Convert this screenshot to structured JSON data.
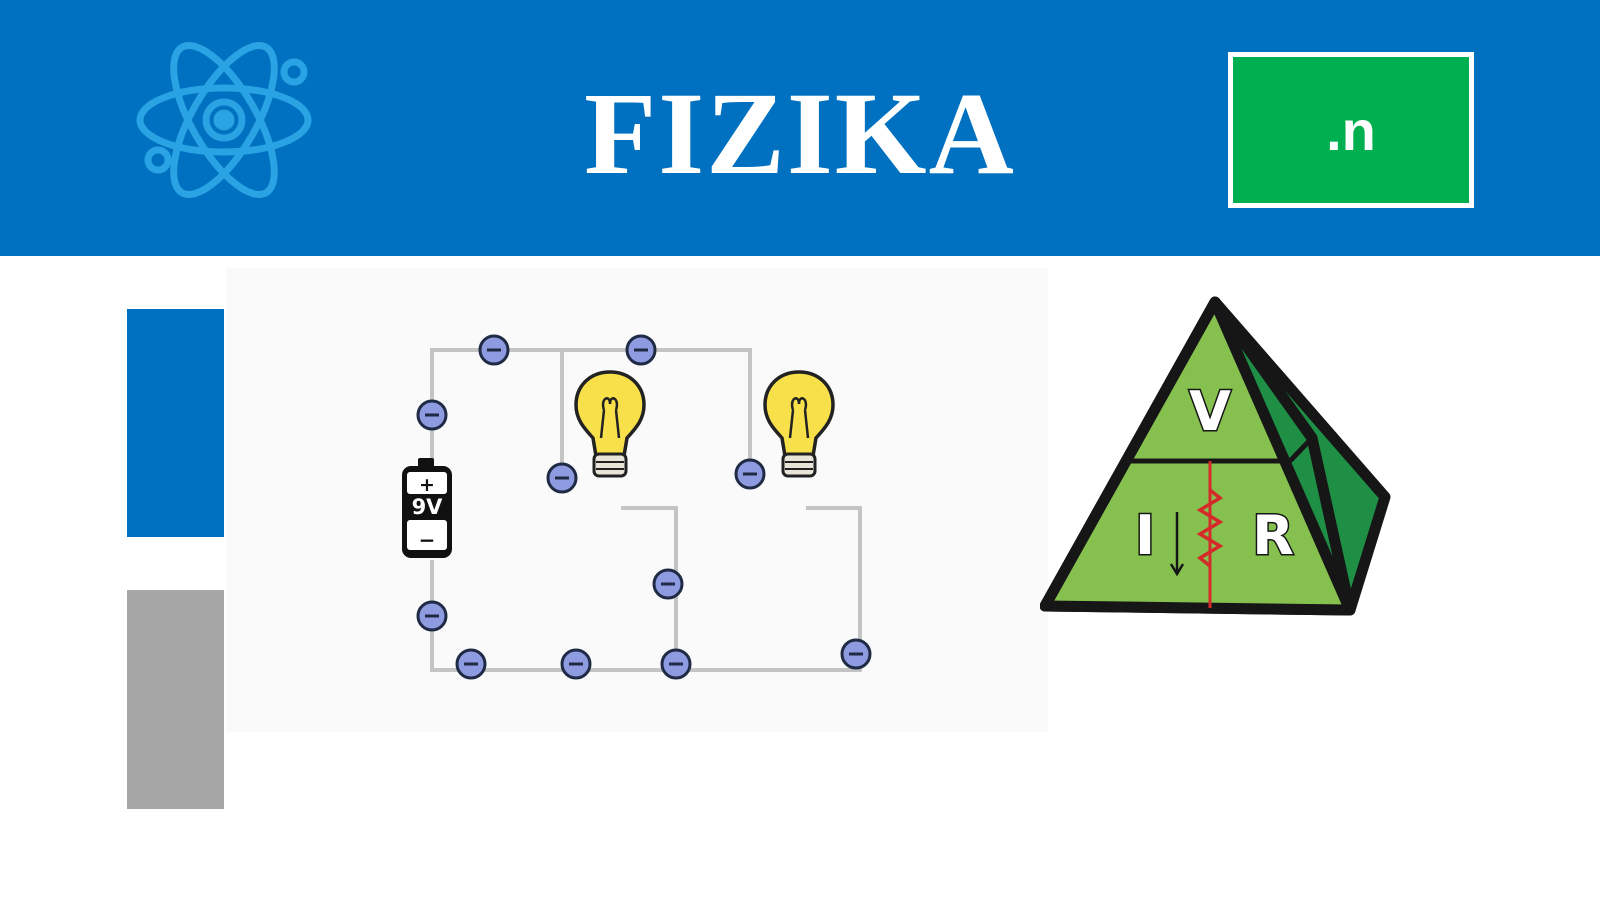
{
  "header": {
    "title": "FIZIKA",
    "badge_label": ".n",
    "logo_icon": "atom-icon"
  },
  "colors": {
    "brand_blue": "#0070c0",
    "badge_green": "#00b050",
    "side_gray": "#a6a6a6",
    "atom_blue": "#29a3e3",
    "pyramid_green": "#86c150",
    "pyramid_dark_green": "#1e8f45"
  },
  "circuit": {
    "battery_label": "9V",
    "battery_plus": "+",
    "battery_minus": "−",
    "electron_symbol": "−"
  },
  "ohm_pyramid": {
    "top_label": "V",
    "left_label": "I",
    "right_label": "R"
  }
}
